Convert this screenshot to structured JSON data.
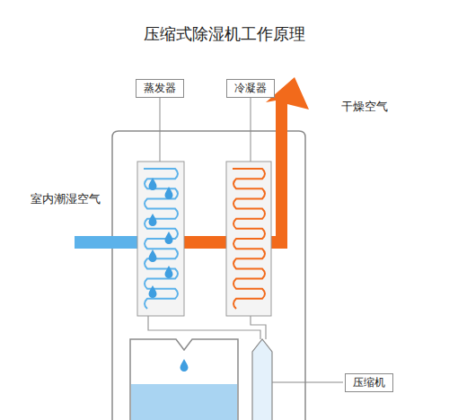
{
  "diagram": {
    "title": "压缩式除湿机工作原理",
    "nodes": [
      {
        "text": [
          "蒸发器"
        ]
      },
      {
        "text": [
          "冷凝器"
        ]
      },
      {
        "text": [
          "压缩机"
        ]
      }
    ],
    "edges": [],
    "labels": [
      "室内潮湿空气",
      "干燥空气"
    ]
  }
}
